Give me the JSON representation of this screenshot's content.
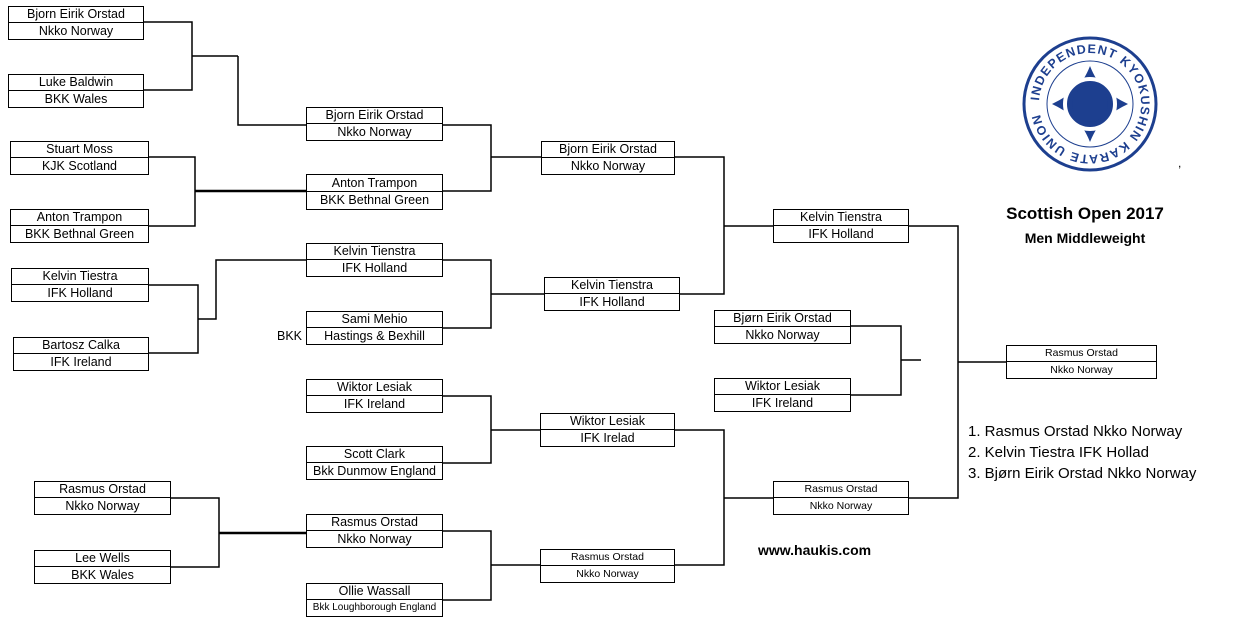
{
  "event": {
    "title": "Scottish Open 2017",
    "division": "Men Middleweight",
    "website": "www.haukis.com",
    "logo_text": "INDEPENDENT KYOKUSHIN KARATE UNION",
    "stray_mark": ","
  },
  "results": [
    "1. Rasmus Orstad Nkko Norway",
    "2. Kelvin Tiestra IFK Hollad",
    "3. Bjørn Eirik Orstad Nkko Norway"
  ],
  "round1": [
    {
      "name": "Bjorn Eirik Orstad",
      "club": "Nkko Norway"
    },
    {
      "name": "Luke Baldwin",
      "club": "BKK Wales"
    },
    {
      "name": "Stuart Moss",
      "club": "KJK Scotland"
    },
    {
      "name": "Anton Trampon",
      "club": "BKK Bethnal Green"
    },
    {
      "name": "Kelvin Tiestra",
      "club": "IFK Holland"
    },
    {
      "name": "Bartosz Calka",
      "club": "IFK Ireland"
    },
    {
      "name": "Rasmus Orstad",
      "club": "Nkko Norway"
    },
    {
      "name": "Lee Wells",
      "club": "BKK Wales"
    }
  ],
  "round2": [
    {
      "name": "Bjorn Eirik Orstad",
      "club": "Nkko Norway"
    },
    {
      "name": "Anton Trampon",
      "club": "BKK Bethnal Green"
    },
    {
      "name": "Kelvin Tienstra",
      "club": "IFK Holland"
    },
    {
      "name": "Sami Mehio",
      "club": "Hastings & Bexhill",
      "club_prefix": "BKK"
    },
    {
      "name": "Wiktor Lesiak",
      "club": "IFK Ireland"
    },
    {
      "name": "Scott Clark",
      "club": "Bkk Dunmow England"
    },
    {
      "name": "Rasmus Orstad",
      "club": "Nkko Norway"
    },
    {
      "name": "Ollie Wassall",
      "club": "Bkk Loughborough England"
    }
  ],
  "quarterfinal": [
    {
      "name": "Bjorn Eirik Orstad",
      "club": "Nkko Norway"
    },
    {
      "name": "Kelvin Tienstra",
      "club": "IFK Holland"
    },
    {
      "name": "Wiktor Lesiak",
      "club": "IFK Irelad"
    },
    {
      "name": "Rasmus Orstad",
      "club": "Nkko Norway"
    }
  ],
  "semifinal": [
    {
      "name": "Kelvin Tienstra",
      "club": "IFK Holland"
    },
    {
      "name": "Rasmus Orstad",
      "club": "Nkko Norway"
    }
  ],
  "bronze": [
    {
      "name": "Bjørn Eirik Orstad",
      "club": "Nkko Norway"
    },
    {
      "name": "Wiktor Lesiak",
      "club": "IFK Ireland"
    }
  ],
  "final": {
    "name": "Rasmus Orstad",
    "club": "Nkko Norway"
  },
  "colors": {
    "logo_blue": "#1d3f8f",
    "line": "#000000"
  }
}
